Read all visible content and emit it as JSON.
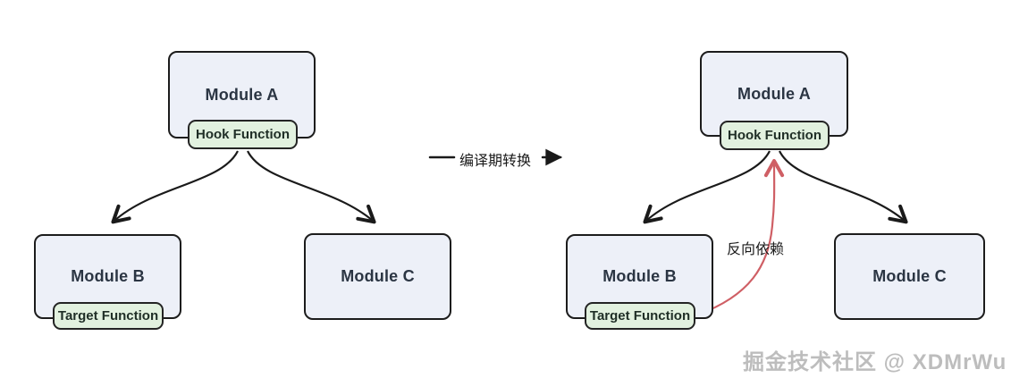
{
  "panels": {
    "before": {
      "module_a": "Module A",
      "hook_badge": "Hook Function",
      "module_b": "Module B",
      "target_badge": "Target Function",
      "module_c": "Module C"
    },
    "after": {
      "module_a": "Module A",
      "hook_badge": "Hook Function",
      "module_b": "Module B",
      "target_badge": "Target Function",
      "module_c": "Module C",
      "reverse_dependency_label": "反向依赖"
    }
  },
  "transform_label": "编译期转换",
  "watermark": "掘金技术社区 @ XDMrWu",
  "colors": {
    "box_fill": "#edf0f8",
    "box_border": "#1c1c1c",
    "badge_fill": "#e2f1df",
    "badge_border": "#242424",
    "module_text": "#2b3543",
    "badge_text": "#1f2e26",
    "label_text": "#1a1a1a",
    "arrow_black": "#1a1a1a",
    "arrow_red": "#cf5f65",
    "watermark_text": "#bdbdbd"
  }
}
